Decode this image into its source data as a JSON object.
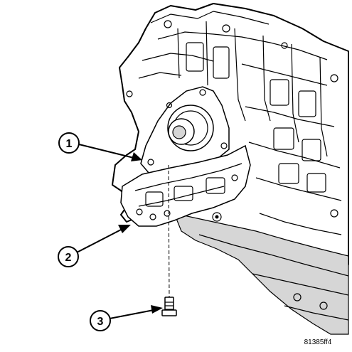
{
  "callouts": [
    {
      "label": "1"
    },
    {
      "label": "2"
    },
    {
      "label": "3"
    }
  ],
  "figure_id": "81385ff4"
}
